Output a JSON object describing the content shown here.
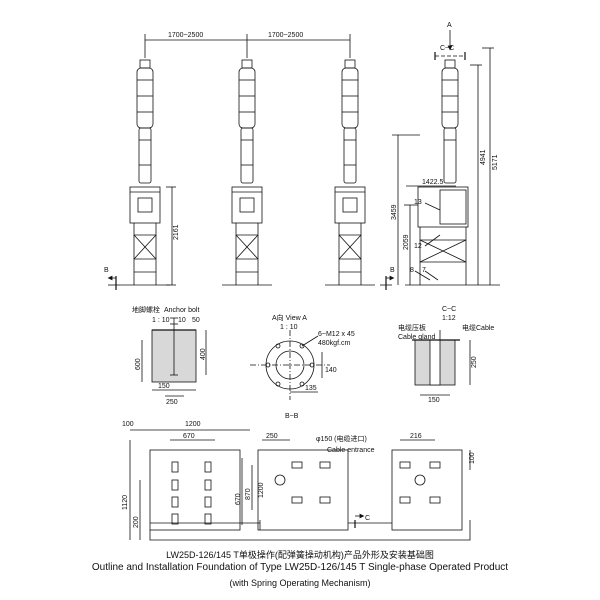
{
  "drawing": {
    "pole_spacing_left": "1700~2500",
    "pole_spacing_right": "1700~2500",
    "view_arrow": "A",
    "section_arrow": "B",
    "side_view": {
      "height_5171": "5171",
      "height_4941": "4941",
      "height_3459": "3459",
      "height_2059": "2059",
      "width_1422": "1422.5",
      "part_13": "13",
      "part_12": "12",
      "part_8": "8",
      "part_7": "7"
    },
    "front_height": "2161",
    "section_cc": "C~C",
    "section_cc_scale": "1:12",
    "section_bb": "B~B",
    "section_c_marker": "C"
  },
  "anchor_bolt_detail": {
    "title_cn": "地脚螺栓",
    "title_en": "Anchor bolt",
    "scale": "1 : 10",
    "dim_10": "10",
    "dim_50": "50",
    "dim_600": "600",
    "dim_400": "400",
    "dim_150": "150",
    "dim_250": "250"
  },
  "view_a_detail": {
    "title": "A向 View A",
    "scale": "1 : 10",
    "bolt_spec": "6~M12 x 45",
    "load": "480kgf.cm",
    "dim_140": "140",
    "dim_135": "135"
  },
  "cable_detail": {
    "gland_cn": "电缆压板",
    "gland_en": "Cable gland",
    "cable_cn": "电缆",
    "cable_en": "Cable",
    "dim_250": "250",
    "dim_150": "150"
  },
  "foundation_plan": {
    "dim_100": "100",
    "dim_1200_top": "1200",
    "dim_670_h": "670",
    "dim_250": "250",
    "cable_hole": "φ150 (电缆进口)",
    "cable_entrance": "Cable entrance",
    "dim_216": "216",
    "dim_100_side": "100",
    "dim_870": "870",
    "dim_670_v": "670",
    "dim_1200_v": "1200",
    "dim_1120": "1120",
    "dim_200": "200"
  },
  "caption": {
    "line1": "LW25D-126/145 T单极操作(配弹簧操动机构)产品外形及安装基础图",
    "line2": "Outline and Installation Foundation of Type LW25D-126/145 T Single-phase Operated Product",
    "line3": "(with Spring Operating Mechanism)"
  }
}
